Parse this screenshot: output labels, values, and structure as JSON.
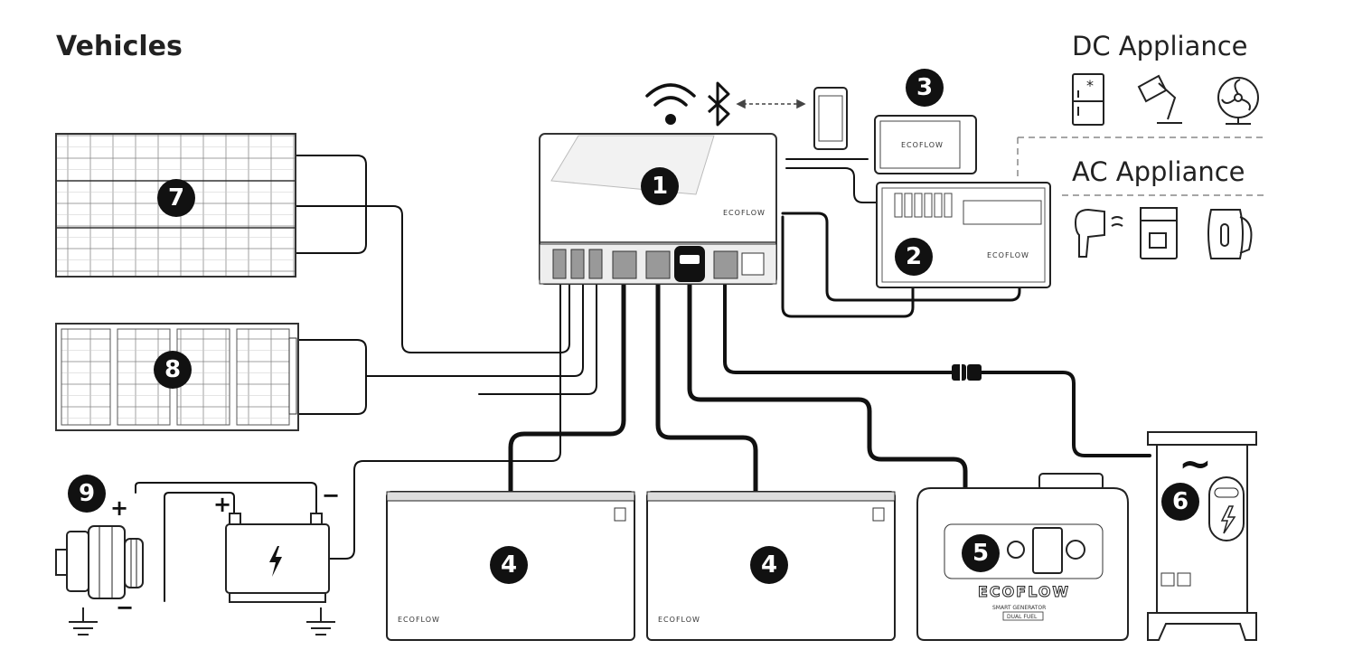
{
  "title": "Vehicles",
  "sections": {
    "dc_appliance": "DC Appliance",
    "ac_appliance": "AC Appliance"
  },
  "brand": "ECOFLOW",
  "generator_caption": "SMART GENERATOR",
  "generator_fuel": "DUAL FUEL",
  "badges": {
    "power_kit_hub": "1",
    "distribution_panel": "2",
    "console": "3",
    "battery_left": "4",
    "battery_right": "4",
    "generator": "5",
    "shore_power": "6",
    "roof_solar": "7",
    "portable_solar": "8",
    "alternator": "9"
  },
  "signs": {
    "alternator_plus": "+",
    "alternator_minus": "−",
    "battery_plus": "+",
    "battery_minus": "−"
  },
  "shore_symbol": "~",
  "icons": [
    "wifi-icon",
    "bluetooth-icon",
    "phone-icon",
    "fridge-icon",
    "lamp-icon",
    "fan-icon",
    "hair-dryer-icon",
    "coffee-maker-icon",
    "kettle-icon",
    "ground-icon",
    "lightning-icon"
  ]
}
